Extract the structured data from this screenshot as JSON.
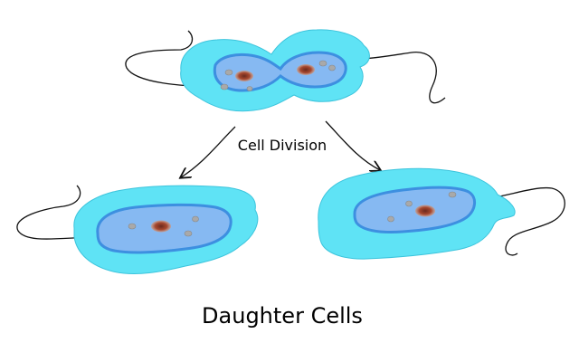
{
  "diagram": {
    "division_label": "Cell Division",
    "result_label": "Daughter Cells",
    "colors": {
      "outer_membrane": "#5fe3f5",
      "inner_membrane": "#3d8fe0",
      "cytoplasm": "#86b9f2",
      "nucleus": "#b4533a",
      "nucleus_core": "#6b2a1e",
      "inclusion": "#a9a9a9",
      "flagellum": "#111111"
    },
    "icons": [
      "dividing-cell",
      "daughter-cell-left",
      "daughter-cell-right",
      "division-arrow-left",
      "division-arrow-right"
    ]
  }
}
